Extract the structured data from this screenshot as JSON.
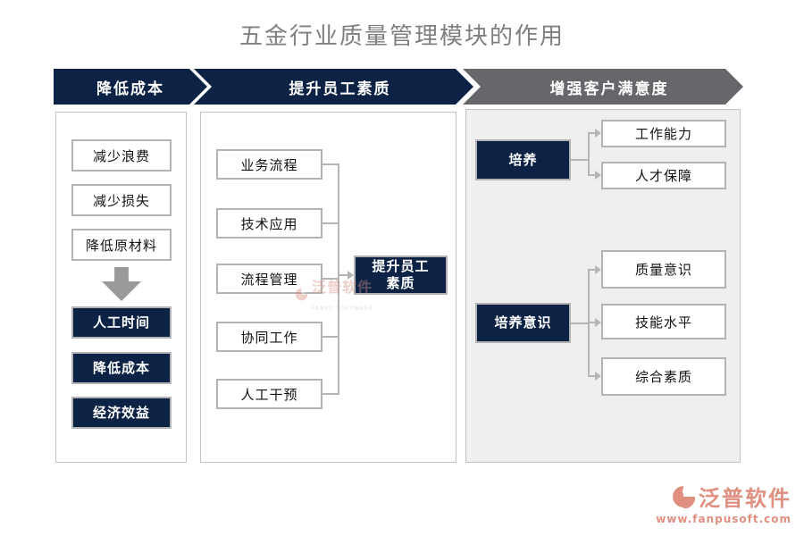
{
  "title": "五金行业质量管理模块的作用",
  "headers": [
    {
      "label": "降低成本",
      "color": "#0d2346"
    },
    {
      "label": "提升员工素质",
      "color": "#0d2346"
    },
    {
      "label": "增强客户满意度",
      "color": "#66676a"
    }
  ],
  "col1": {
    "top_boxes": [
      "减少浪费",
      "减少损失",
      "降低原材料"
    ],
    "bottom_boxes": [
      "人工时间",
      "降低成本",
      "经济效益"
    ]
  },
  "col2": {
    "boxes": [
      "业务流程",
      "技术应用",
      "流程管理",
      "协同工作",
      "人工干预"
    ],
    "result": "提升员工素质",
    "result_line1": "提升员工",
    "result_line2": "素质"
  },
  "col3": {
    "group1": {
      "source": "培养",
      "targets": [
        "工作能力",
        "人才保障"
      ]
    },
    "group2": {
      "source": "培养意识",
      "targets": [
        "质量意识",
        "技能水平",
        "综合素质"
      ]
    }
  },
  "watermark": {
    "text": "泛普软件",
    "caption": "FANPU SOFTWARE"
  },
  "footer": {
    "brand": "泛普软件",
    "url": "www.fanpusoft.com"
  },
  "colors": {
    "navy": "#0d2346",
    "header_gray": "#66676a",
    "panel3_bg": "#f0efef",
    "box_border": "#b3b3b3",
    "connector": "#b5b5b5",
    "brand_salmon": "#e08f80",
    "title_gray": "#7f7f7f"
  }
}
